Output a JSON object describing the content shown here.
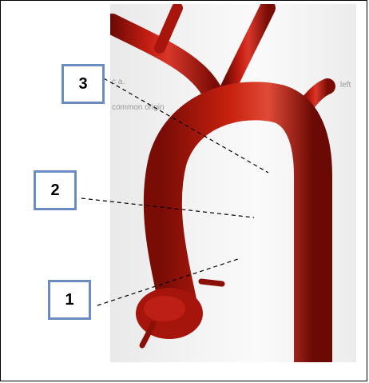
{
  "labels": [
    {
      "id": "1",
      "text": "1"
    },
    {
      "id": "2",
      "text": "2"
    },
    {
      "id": "3",
      "text": "3"
    }
  ],
  "background_text": {
    "a_label": "c a.",
    "common_origin": "common origin",
    "left_label": "left"
  },
  "colors": {
    "callout_border": "#6b8cc2",
    "artery": "#b5160e",
    "leader_line": "#000000"
  }
}
